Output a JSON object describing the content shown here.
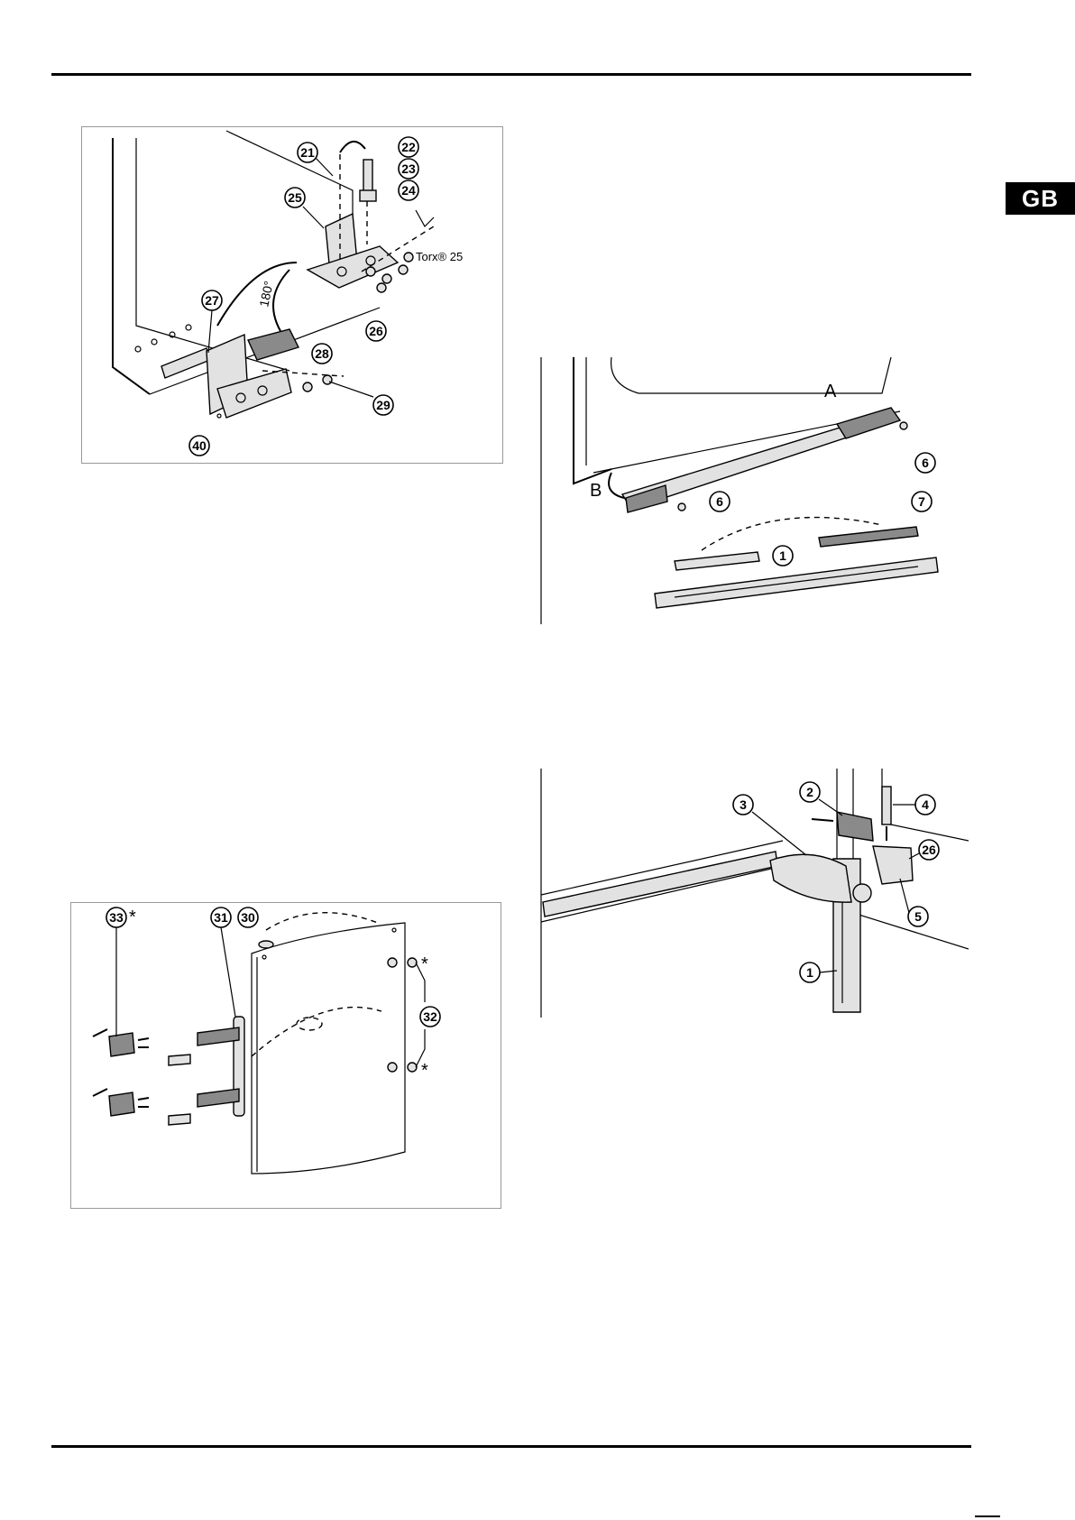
{
  "page": {
    "language_tab": "GB"
  },
  "figures": {
    "door_hinge": {
      "callouts": [
        "21",
        "22",
        "23",
        "24",
        "25",
        "26",
        "27",
        "28",
        "29",
        "40"
      ],
      "rotation_label": "180°",
      "tool_label": "Torx® 25"
    },
    "bottom_rail": {
      "callouts": [
        "1",
        "6",
        "6",
        "7"
      ],
      "labels": [
        "A",
        "B"
      ]
    },
    "handle_swap": {
      "callouts": [
        "30",
        "31",
        "32",
        "33"
      ],
      "asterisk": "*"
    },
    "rail_bracket": {
      "callouts": [
        "1",
        "2",
        "3",
        "4",
        "5",
        "26"
      ]
    }
  },
  "colors": {
    "rule": "#000000",
    "tab_bg": "#000000",
    "tab_text": "#ffffff"
  }
}
